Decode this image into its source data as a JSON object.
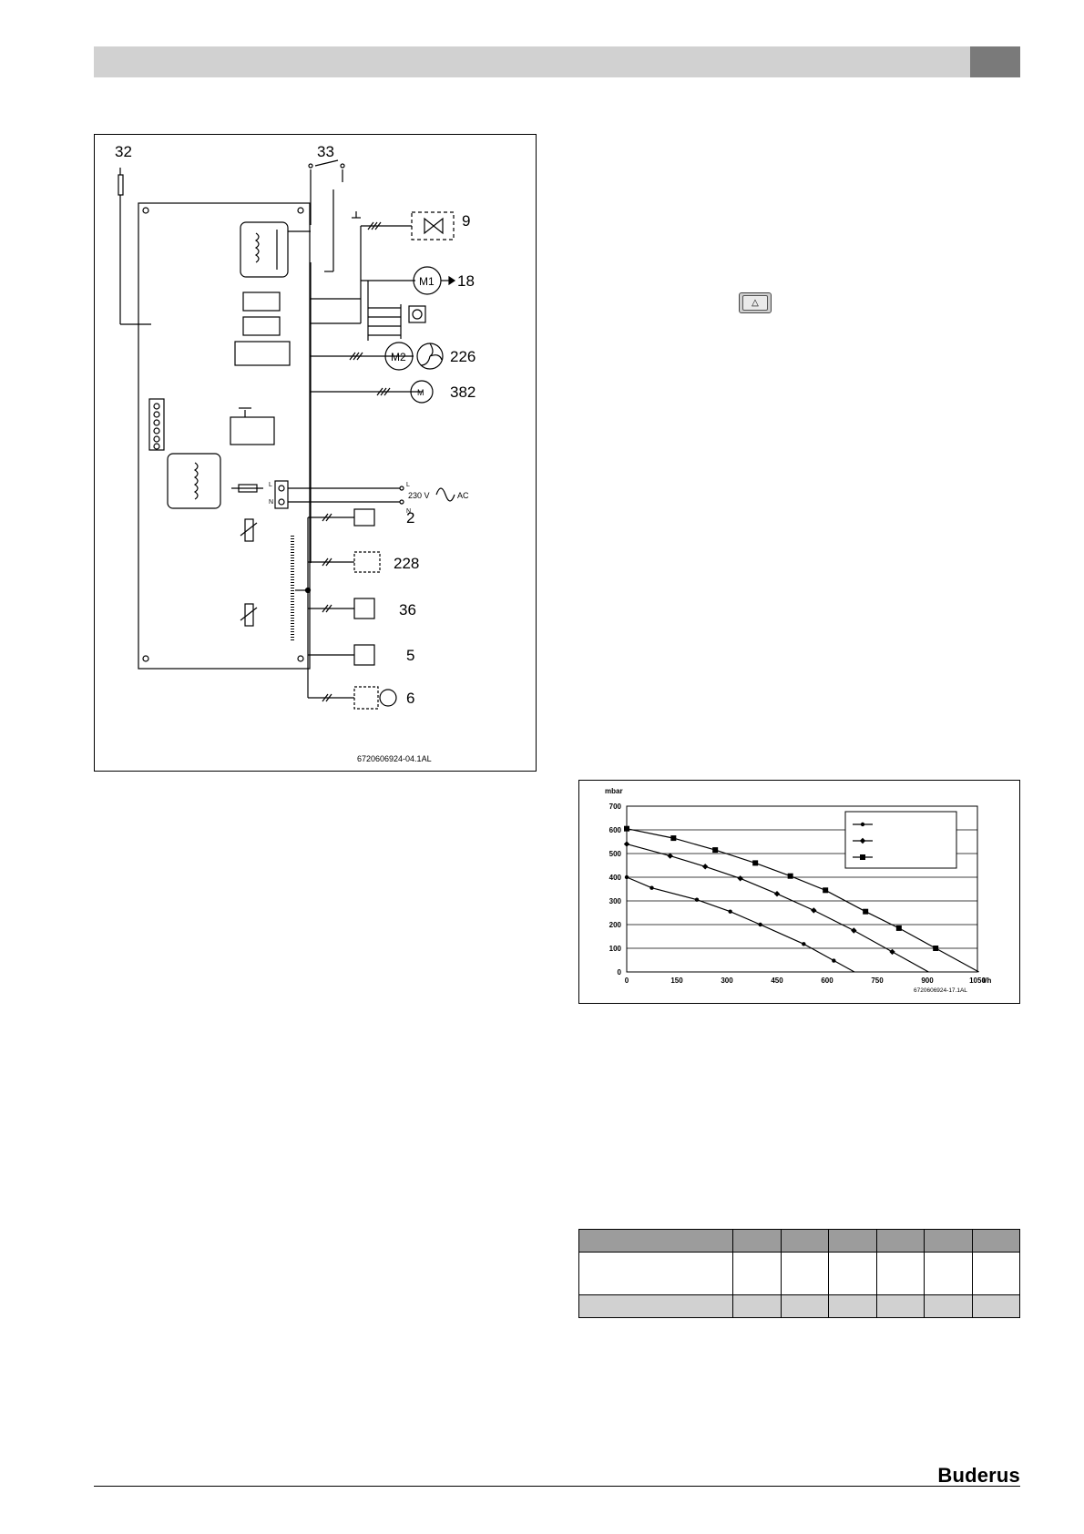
{
  "brand": "Buderus",
  "wiring": {
    "labels": [
      "32",
      "33",
      "9",
      "18",
      "226",
      "382",
      "2",
      "228",
      "36",
      "5",
      "6"
    ],
    "motor_labels": [
      "M1",
      "M2",
      "M"
    ],
    "supply": "230 V",
    "supply_ac": "AC",
    "line_l": "L",
    "line_n": "N",
    "code": "6720606924-04.1AL"
  },
  "chart_data": {
    "type": "line",
    "ylabel": "mbar",
    "xunit": "l/h",
    "xlim": [
      0,
      1050
    ],
    "ylim": [
      0,
      700
    ],
    "xticks": [
      "0",
      "150",
      "300",
      "450",
      "600",
      "750",
      "900",
      "1050"
    ],
    "yticks": [
      "0",
      "100",
      "200",
      "300",
      "400",
      "500",
      "600",
      "700"
    ],
    "grid": "horizontal",
    "legend": "top-right",
    "code": "6720606924-17.1AL",
    "series": [
      {
        "marker": "circle",
        "x": [
          0,
          75,
          210,
          310,
          400,
          530,
          620
        ],
        "y": [
          400,
          355,
          305,
          255,
          200,
          118,
          48
        ]
      },
      {
        "marker": "diamond",
        "x": [
          0,
          130,
          235,
          340,
          450,
          560,
          680,
          795
        ],
        "y": [
          540,
          490,
          445,
          395,
          330,
          260,
          175,
          85
        ]
      },
      {
        "marker": "square",
        "x": [
          0,
          140,
          265,
          385,
          490,
          595,
          715,
          815,
          925
        ],
        "y": [
          605,
          565,
          515,
          460,
          405,
          345,
          255,
          185,
          100
        ]
      }
    ]
  }
}
